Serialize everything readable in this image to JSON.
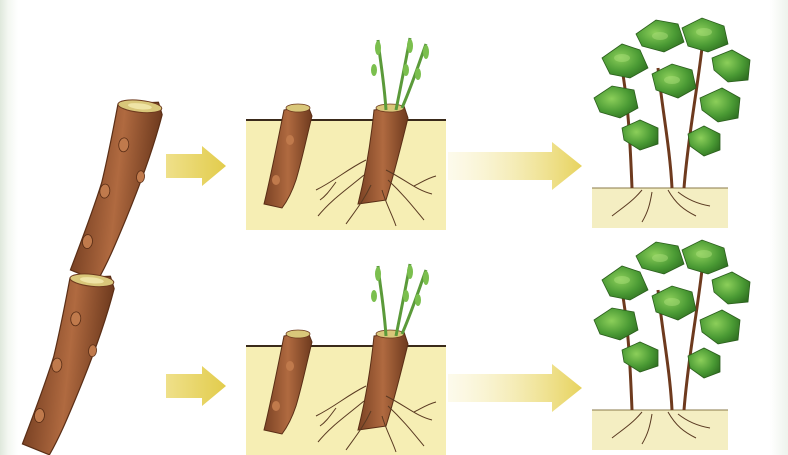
{
  "scene": {
    "description_free": true,
    "rows": [
      {
        "stages": [
          "cutting-stem",
          "rooted-cutting",
          "grown-plant"
        ]
      },
      {
        "stages": [
          "cutting-stem",
          "rooted-cutting",
          "grown-plant"
        ]
      }
    ],
    "colors": {
      "stem": "#9a5a36",
      "stem_dark": "#6e3a1e",
      "soil": "#f6eeb4",
      "arrow": "#ecd96a",
      "leaf": "#3f8f2e",
      "leaf_light": "#8ccf5a",
      "root": "#5a3a22"
    }
  }
}
